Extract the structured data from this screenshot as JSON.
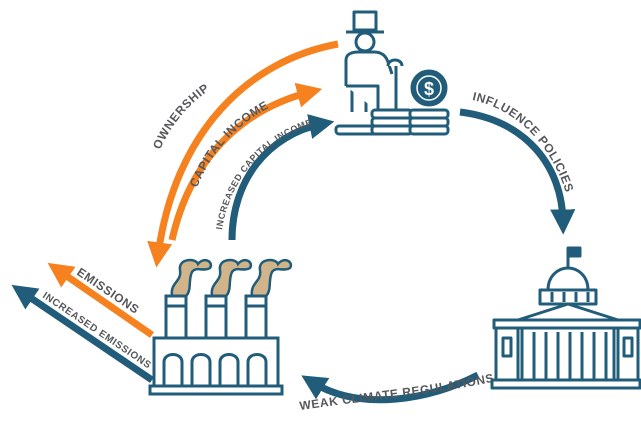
{
  "colors": {
    "blue": "#215d7a",
    "orange": "#f5821f",
    "smoke": "#d2b48a",
    "gray_text": "#55575a",
    "white": "#ffffff"
  },
  "icons": {
    "capitalist": "capitalist-top-hat-icon",
    "coins": "coin-stack-dollar-icon",
    "government": "capitol-building-icon",
    "factory": "factory-smokestacks-icon"
  },
  "labels": {
    "ownership": "OWNERSHIP",
    "capital_income": "CAPITAL INCOME",
    "increased_capital_income": "INCREASED CAPITAL INCOME",
    "influence_policies": "INFLUENCE POLICIES",
    "weak_climate_regulations": "WEAK CLIMATE REGULATIONS",
    "emissions": "EMISSIONS",
    "increased_emissions": "INCREASED EMISSIONS",
    "coin_symbol": "$"
  }
}
